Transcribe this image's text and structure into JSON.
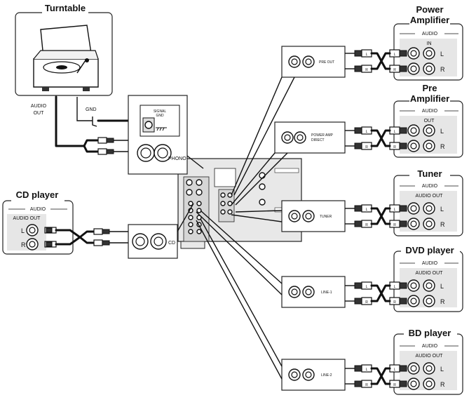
{
  "devices": {
    "turntable": {
      "title": "Turntable",
      "audio_out": "AUDIO\nOUT",
      "audio_out_l1": "AUDIO",
      "audio_out_l2": "OUT",
      "gnd": "GND"
    },
    "cd_player": {
      "title": "CD player",
      "section": "AUDIO",
      "out": "AUDIO OUT",
      "l": "L",
      "r": "R"
    },
    "power_amp": {
      "title_l1": "Power",
      "title_l2": "Amplifier",
      "section": "AUDIO",
      "in": "IN",
      "l": "L",
      "r": "R"
    },
    "pre_amp": {
      "title_l1": "Pre",
      "title_l2": "Amplifier",
      "section": "AUDIO",
      "out": "OUT",
      "l": "L",
      "r": "R"
    },
    "tuner": {
      "title": "Tuner",
      "section": "AUDIO",
      "out": "AUDIO OUT",
      "l": "L",
      "r": "R"
    },
    "dvd": {
      "title": "DVD player",
      "section": "AUDIO",
      "out": "AUDIO OUT",
      "l": "L",
      "r": "R"
    },
    "bd": {
      "title": "BD player",
      "section": "AUDIO",
      "out": "AUDIO OUT",
      "l": "L",
      "r": "R"
    }
  },
  "terminals": {
    "signal_gnd_l1": "SIGNAL",
    "signal_gnd_l2": "GND",
    "phono": "PHONO",
    "cd": "CD",
    "pre_out": "PRE OUT",
    "power_amp_direct_l1": "POWER AMP",
    "power_amp_direct_l2": "DIRECT",
    "tuner": "TUNER",
    "line1": "LINE-1",
    "line2": "LINE-2"
  },
  "plug_marks": {
    "left": "L",
    "right": "R"
  }
}
